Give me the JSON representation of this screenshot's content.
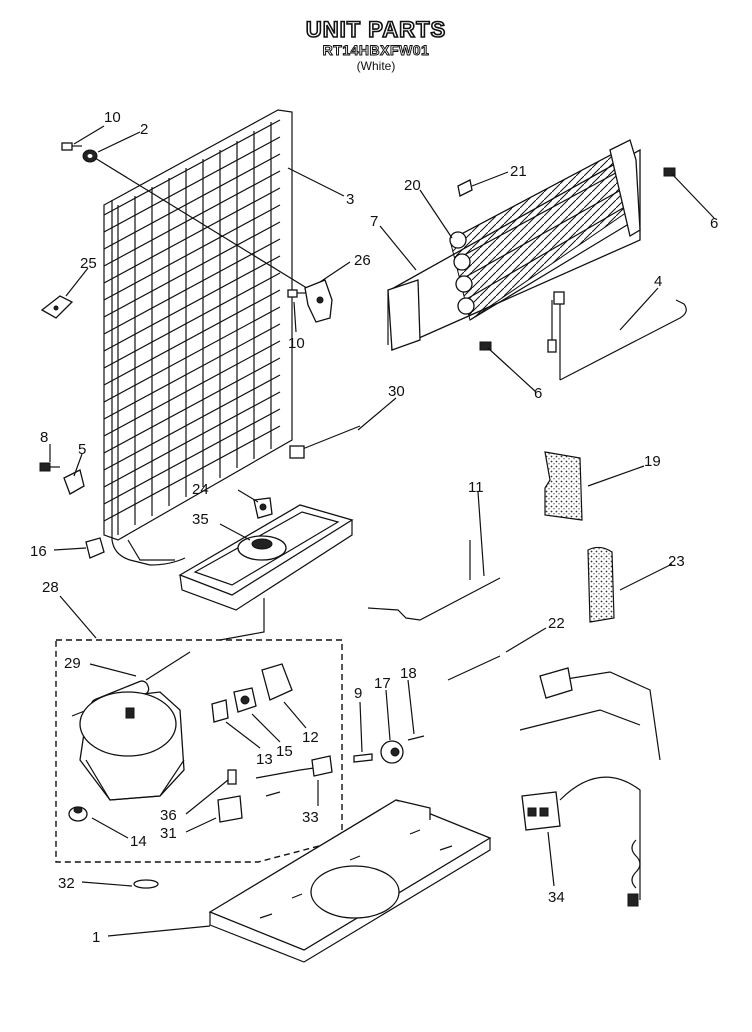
{
  "header": {
    "title": "UNIT PARTS",
    "model": "RT14HBXFW01",
    "color_note": "(White)"
  },
  "callouts": {
    "c10a": "10",
    "c2": "2",
    "c3": "3",
    "c25": "25",
    "c26": "26",
    "c10b": "10",
    "c21": "21",
    "c20": "20",
    "c7": "7",
    "c6a": "6",
    "c4": "4",
    "c6b": "6",
    "c30": "30",
    "c8": "8",
    "c5": "5",
    "c19": "19",
    "c24": "24",
    "c35": "35",
    "c11": "11",
    "c16": "16",
    "c23": "23",
    "c28": "28",
    "c22": "22",
    "c29": "29",
    "c9": "9",
    "c17": "17",
    "c18": "18",
    "c12": "12",
    "c15": "15",
    "c13": "13",
    "c36": "36",
    "c31": "31",
    "c33": "33",
    "c14": "14",
    "c32": "32",
    "c34": "34",
    "c1": "1"
  }
}
